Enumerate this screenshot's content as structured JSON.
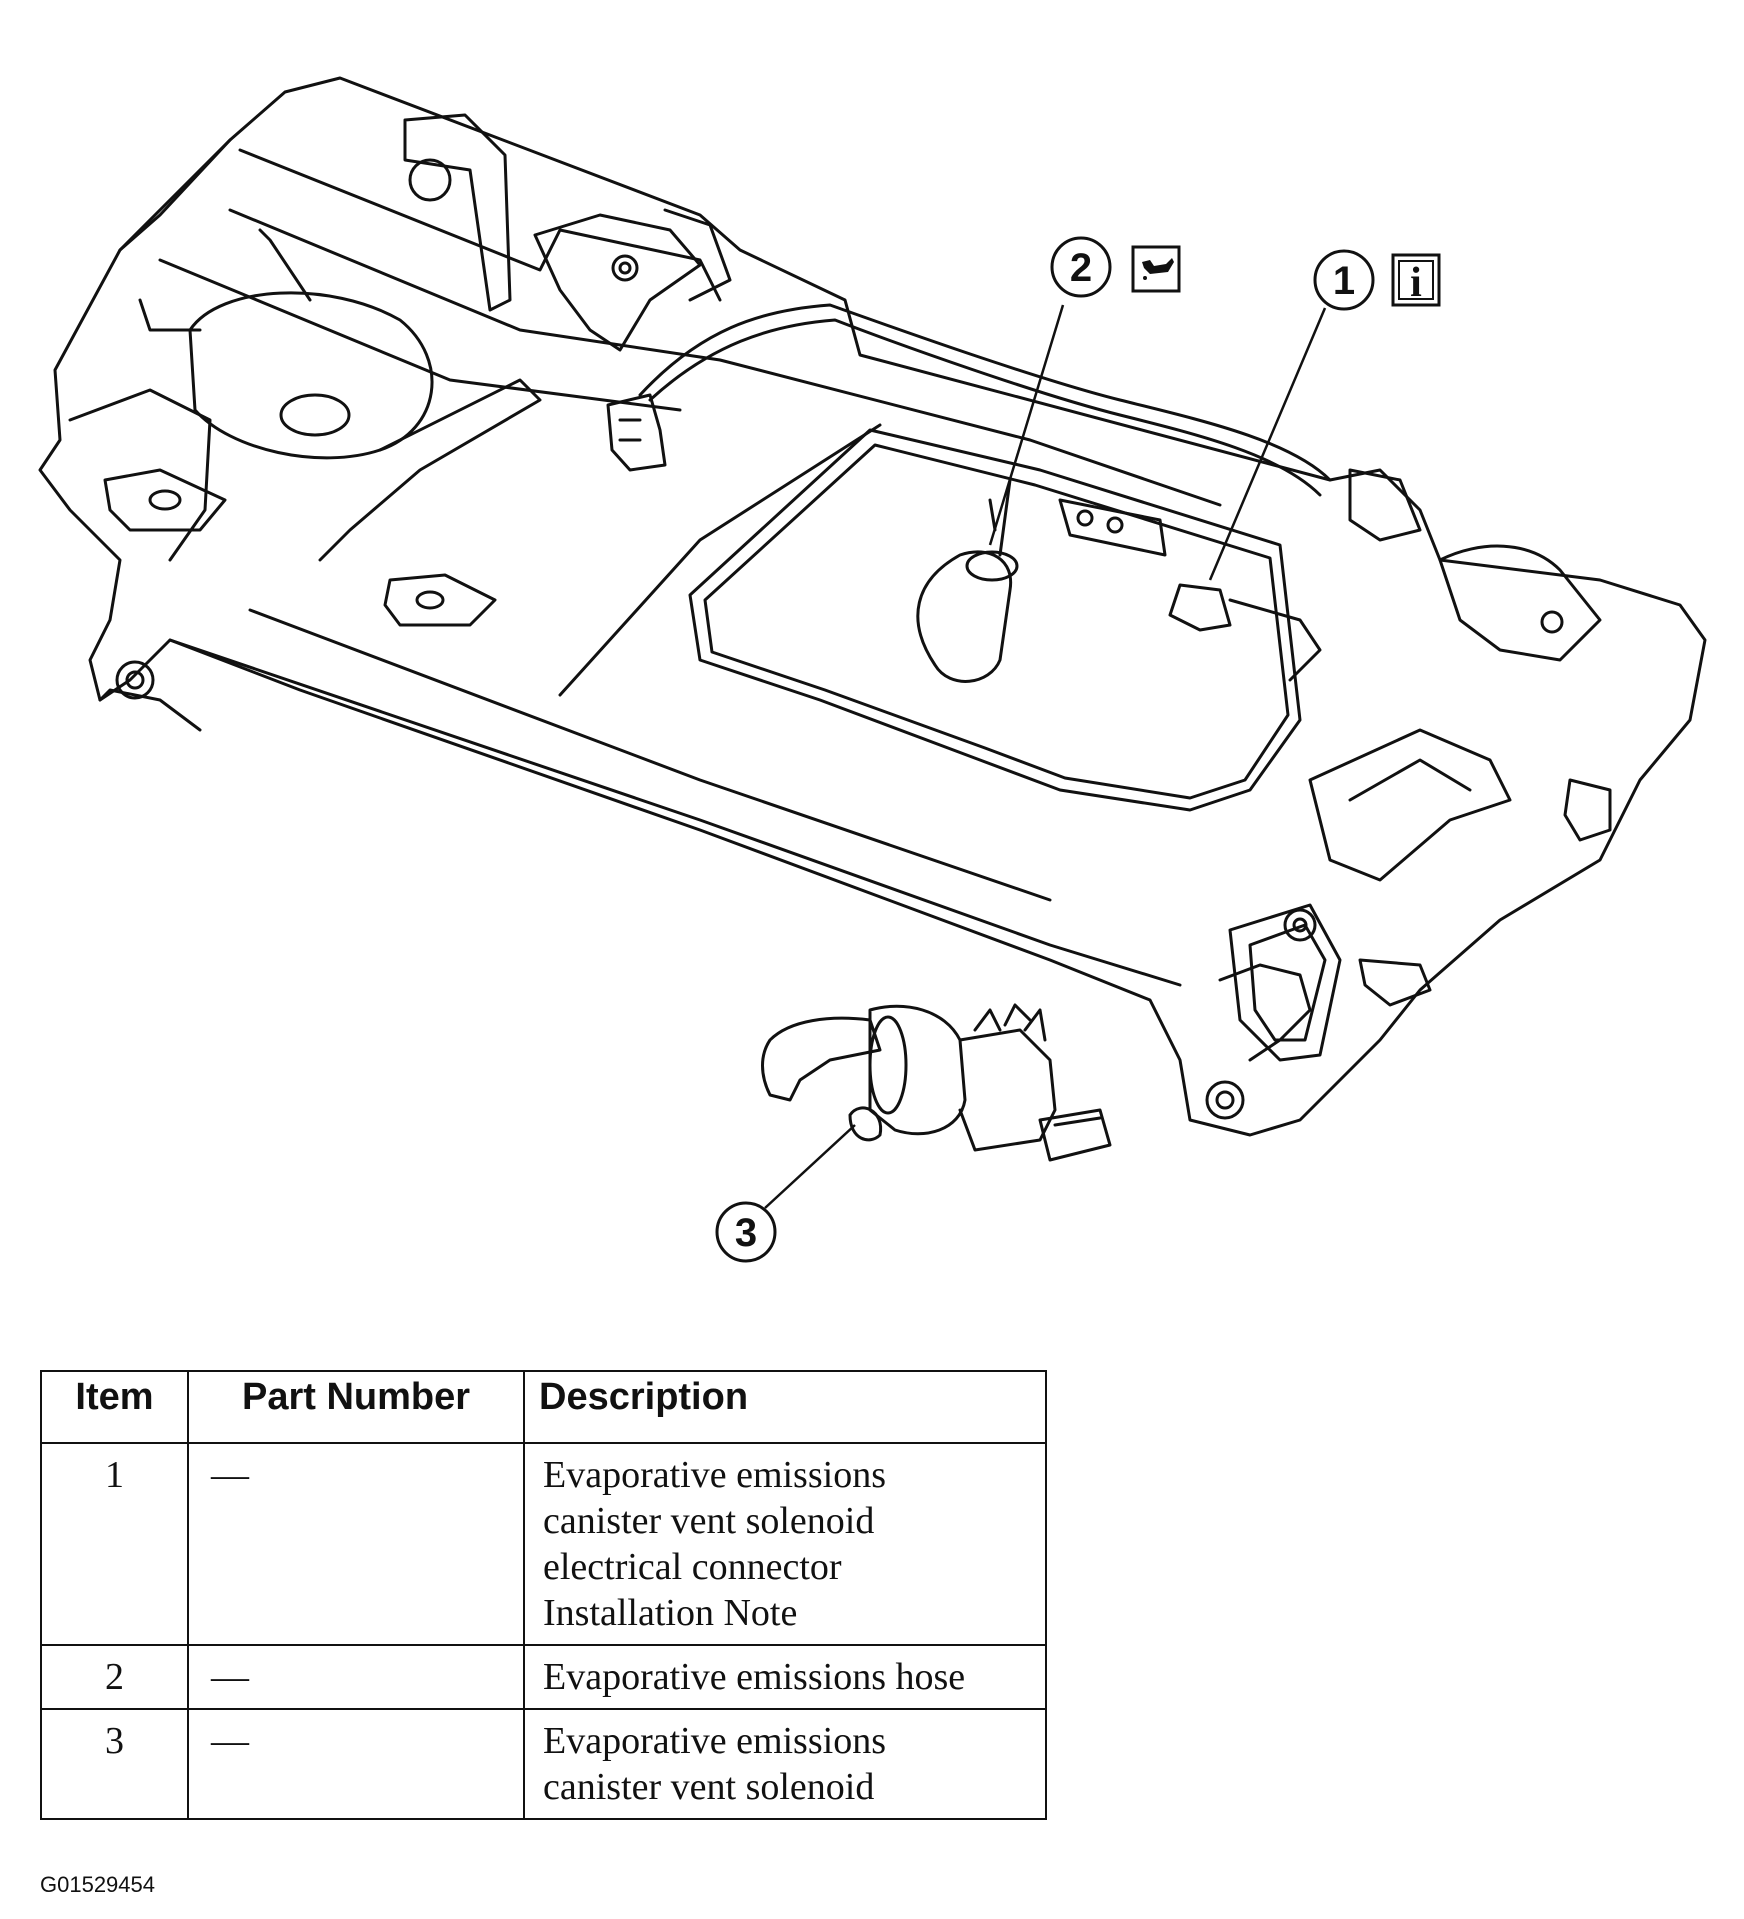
{
  "callouts": [
    {
      "number": "1",
      "icon": "info-icon",
      "icon_glyph": "i"
    },
    {
      "number": "2",
      "icon": "lubricate-icon"
    },
    {
      "number": "3"
    }
  ],
  "table": {
    "headers": {
      "item": "Item",
      "part_number": "Part Number",
      "description": "Description"
    },
    "rows": [
      {
        "item": "1",
        "part_number": "—",
        "description": "Evaporative emissions\ncanister vent solenoid\nelectrical connector\nInstallation Note"
      },
      {
        "item": "2",
        "part_number": "—",
        "description": "Evaporative emissions hose"
      },
      {
        "item": "3",
        "part_number": "—",
        "description": "Evaporative emissions\ncanister vent solenoid"
      }
    ]
  },
  "figure_code": "G01529454"
}
